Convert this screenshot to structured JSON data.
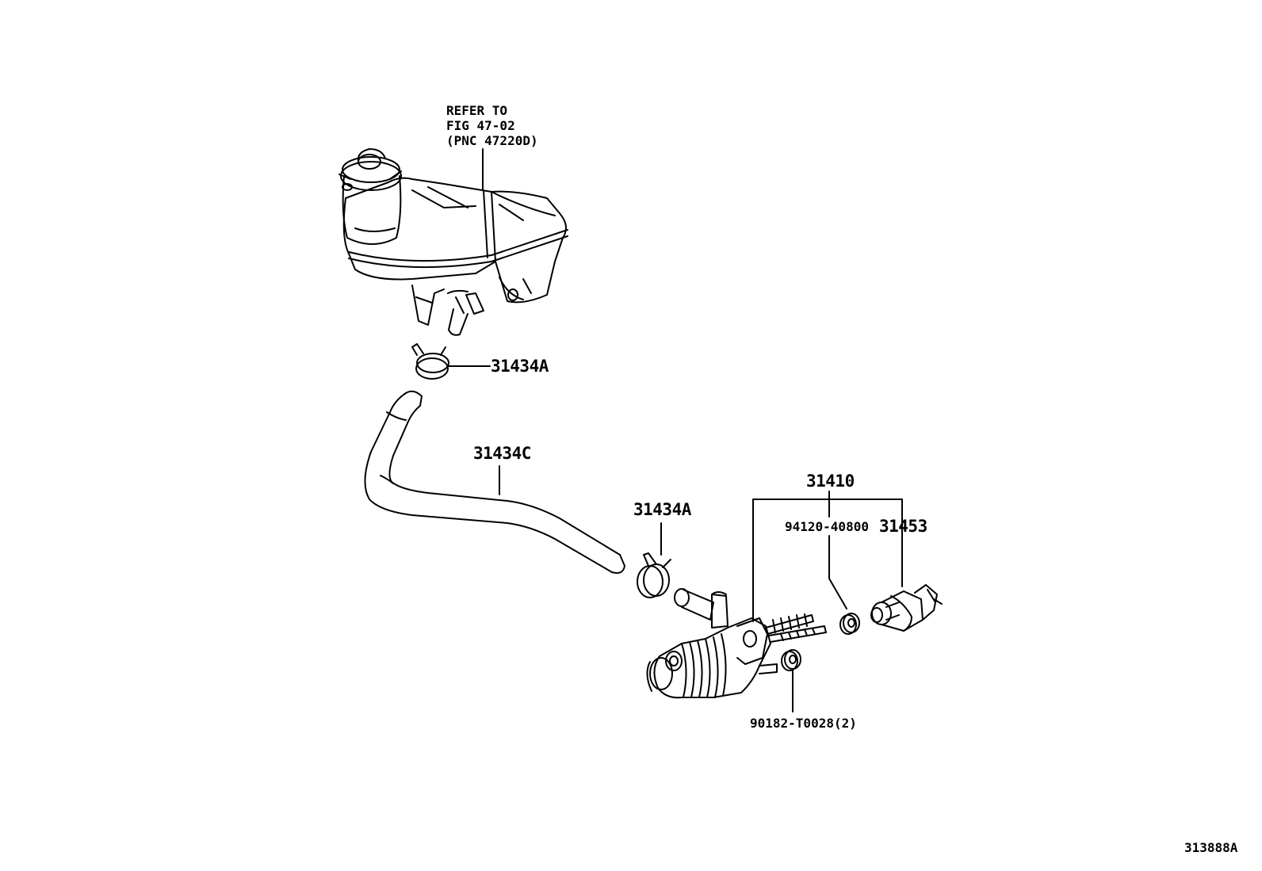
{
  "diagram": {
    "reference_note": {
      "line1": "REFER TO",
      "line2": "FIG 47-02",
      "line3": "(PNC 47220D)"
    },
    "parts": {
      "clamp_upper": "31434A",
      "hose": "31434C",
      "clamp_lower": "31434A",
      "master_cylinder_assy": "31410",
      "nut_part": "94120-40800",
      "cylinder_kit": "31453",
      "bolt_part": "90182-T0028(2)"
    },
    "figure_id": "313888A",
    "colors": {
      "line": "#000000",
      "background": "#ffffff"
    }
  }
}
